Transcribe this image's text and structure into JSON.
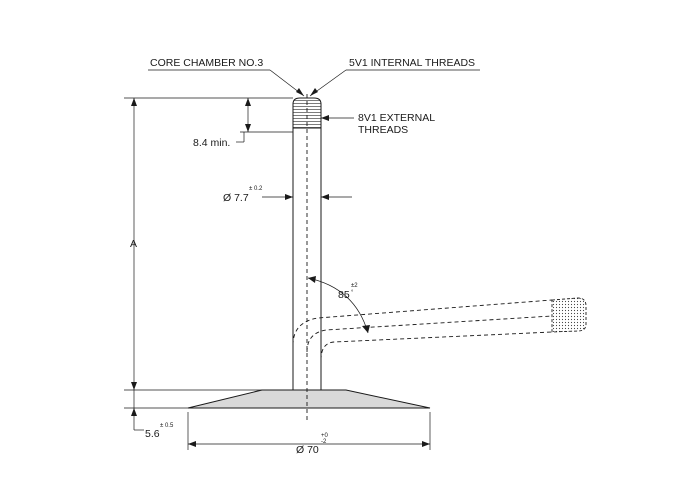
{
  "labels": {
    "core_chamber": "CORE CHAMBER NO.3",
    "internal_threads": "5V1 INTERNAL THREADS",
    "external_threads_line1": "8V1 EXTERNAL",
    "external_threads_line2": "THREADS",
    "min_depth": "8.4 min.",
    "stem_diameter": "Ø 7.7",
    "stem_diameter_tol": "± 0.2",
    "angle": "85",
    "angle_tol": "±2",
    "angle_unit": "°",
    "height": "A",
    "base_thickness": "5.6",
    "base_thickness_tol": "± 0.5",
    "base_diameter": "Ø 70",
    "base_diameter_tol_upper": "+0",
    "base_diameter_tol_lower": "-2"
  },
  "colors": {
    "line": "#1a1a1a",
    "base_fill": "#d9d9d9",
    "thread_fill": "#cfcfcf"
  }
}
